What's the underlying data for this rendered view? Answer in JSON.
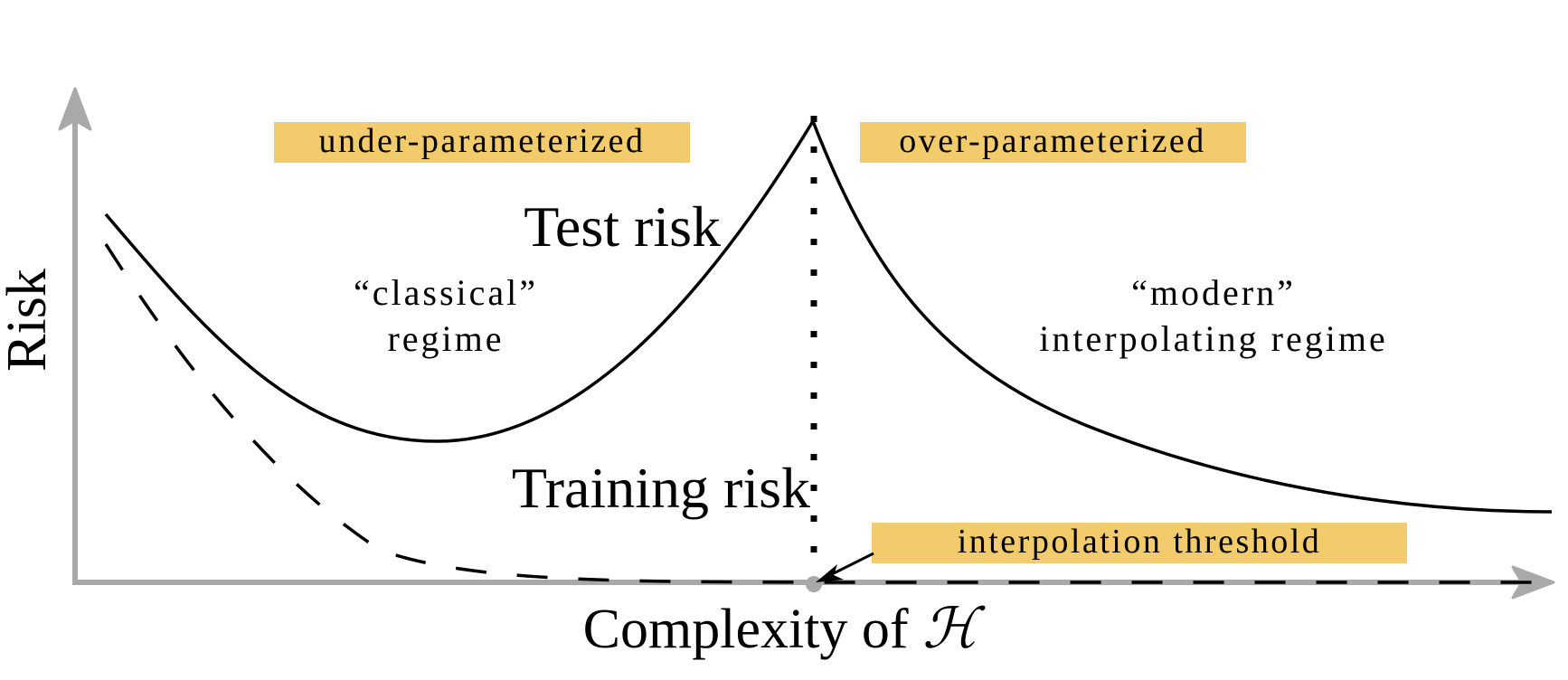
{
  "figure": {
    "y_axis_label": "Risk",
    "x_axis_label": "Complexity of ",
    "x_axis_symbol": "ℋ",
    "curve_labels": {
      "test": "Test risk",
      "training": "Training risk"
    },
    "region_tags": {
      "under": "under-parameterized",
      "over": "over-parameterized",
      "threshold": "interpolation threshold"
    },
    "regimes": {
      "classical_line1": "“classical”",
      "classical_line2": "regime",
      "modern_line1": "“modern”",
      "modern_line2": "interpolating regime"
    }
  },
  "colors": {
    "axis": "#a9a9a9",
    "curve": "#000000",
    "highlight": "#f2cb6c",
    "background": "#ffffff"
  },
  "chart_data": {
    "type": "line",
    "title": "Double descent risk curve",
    "xlabel": "Complexity of ℋ",
    "ylabel": "Risk",
    "grid": false,
    "legend": "none (curves labeled inline)",
    "x_range": [
      0,
      1
    ],
    "y_range": [
      0,
      1
    ],
    "interpolation_threshold_x": 0.49,
    "series": [
      {
        "name": "Test risk",
        "style": "solid",
        "x": [
          0.02,
          0.1,
          0.2,
          0.27,
          0.35,
          0.42,
          0.46,
          0.49,
          0.51,
          0.55,
          0.6,
          0.7,
          0.8,
          0.9,
          1.0
        ],
        "y": [
          0.75,
          0.55,
          0.33,
          0.28,
          0.36,
          0.6,
          0.82,
          0.98,
          0.9,
          0.67,
          0.52,
          0.37,
          0.26,
          0.2,
          0.15
        ]
      },
      {
        "name": "Training risk",
        "style": "dashed",
        "x": [
          0.02,
          0.1,
          0.2,
          0.27,
          0.35,
          0.42,
          0.49,
          0.6,
          0.8,
          1.0
        ],
        "y": [
          0.68,
          0.45,
          0.2,
          0.1,
          0.04,
          0.01,
          0.0,
          0.0,
          0.0,
          0.0
        ]
      }
    ],
    "annotations": [
      "under-parameterized",
      "over-parameterized",
      "“classical” regime",
      "“modern” interpolating regime",
      "interpolation threshold"
    ]
  }
}
